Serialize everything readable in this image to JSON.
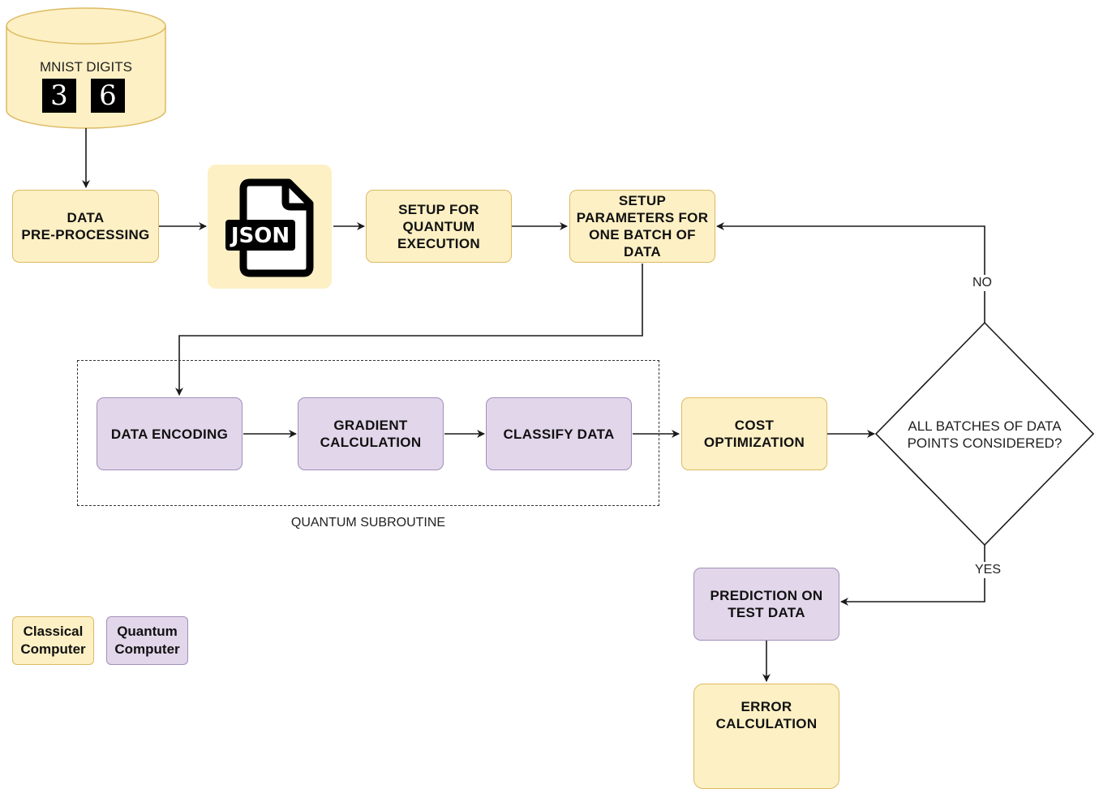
{
  "data_source": {
    "label": "MNIST DIGITS",
    "digits": [
      "3",
      "6"
    ]
  },
  "file_icon": {
    "label": "JSON",
    "name": "json-file-icon"
  },
  "nodes": {
    "preprocessing": "DATA\nPRE-PROCESSING",
    "setup_quantum": "SETUP FOR\nQUANTUM\nEXECUTION",
    "setup_params": "SETUP\nPARAMETERS FOR\nONE BATCH OF\nDATA",
    "data_encoding": "DATA ENCODING",
    "gradient": "GRADIENT\nCALCULATION",
    "classify": "CLASSIFY DATA",
    "cost": "COST\nOPTIMIZATION",
    "prediction": "PREDICTION ON\nTEST DATA",
    "error": "ERROR\nCALCULATION"
  },
  "decision": {
    "text": "ALL BATCHES OF DATA\nPOINTS CONSIDERED?",
    "no_label": "NO",
    "yes_label": "YES"
  },
  "subroutine_label": "QUANTUM SUBROUTINE",
  "legend": {
    "classical": "Classical\nComputer",
    "quantum": "Quantum\nComputer"
  },
  "colors": {
    "classical_fill": "#fdf0c4",
    "classical_border": "#dcba62",
    "quantum_fill": "#e2d6ea",
    "quantum_border": "#a18fba",
    "line": "#1a1a1a"
  }
}
